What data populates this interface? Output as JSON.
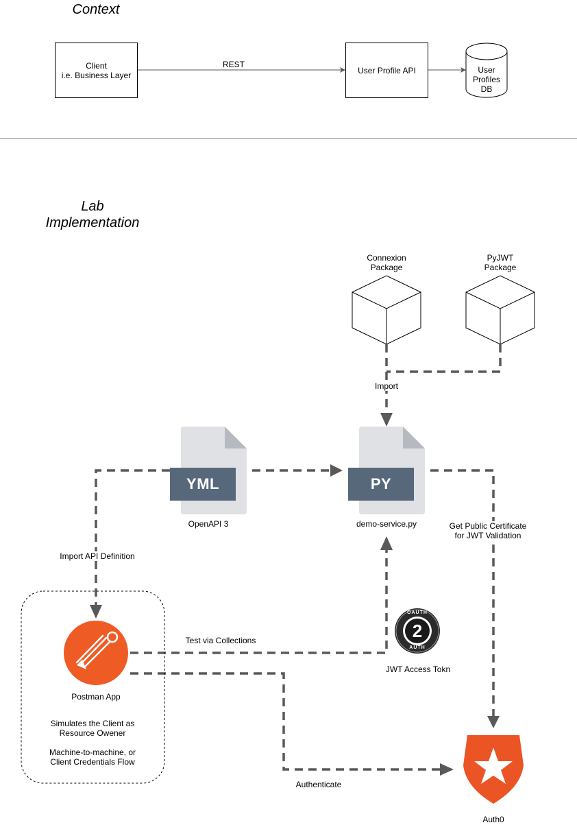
{
  "context": {
    "title": "Context",
    "client_line1": "Client",
    "client_line2": "i.e. Business Layer",
    "rest_label": "REST",
    "api_label": "User Profile API",
    "db_line1": "User",
    "db_line2": "Profiles",
    "db_line3": "DB"
  },
  "lab": {
    "title_line1": "Lab",
    "title_line2": "Implementation",
    "connexion_line1": "Connexion",
    "connexion_line2": "Package",
    "pyjwt_line1": "PyJWT",
    "pyjwt_line2": "Package",
    "import_label": "Import",
    "yml_badge": "YML",
    "yml_caption": "OpenAPI 3",
    "py_badge": "PY",
    "py_caption": "demo-service.py",
    "cert_line1": "Get Public Certificate",
    "cert_line2": "for JWT Validation",
    "import_api_label": "Import API Definition",
    "test_label": "Test via Collections",
    "jwt_label": "JWT Access Tokn",
    "oauth_top": "OAUTH",
    "oauth_bottom": "AUTH",
    "oauth_number": "2",
    "postman_label": "Postman App",
    "sim_line1": "Simulates the Client as",
    "sim_line2": "Resource Owener",
    "m2m_line1": "Machine-to-machine, or",
    "m2m_line2": "Client Credentials Flow",
    "authenticate_label": "Authenticate",
    "auth0_label": "Auth0"
  },
  "colors": {
    "postman_orange": "#ef5b25",
    "auth0_orange": "#eb5424",
    "file_gray": "#dfe1e5",
    "file_fold": "#b5bac1",
    "badge_slate": "#56687a",
    "dashed_line": "#595959"
  }
}
